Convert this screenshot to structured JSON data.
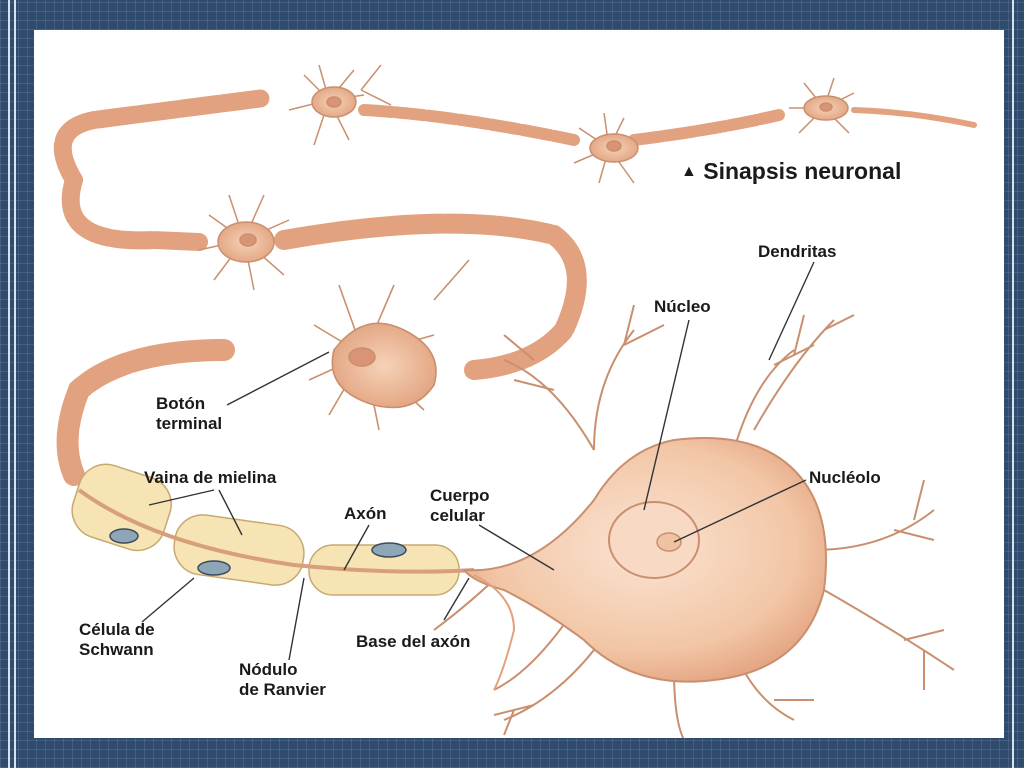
{
  "diagram": {
    "title": "Sinapsis neuronal",
    "title_marker": "▲",
    "labels": {
      "dendritas": "Dendritas",
      "nucleo": "Núcleo",
      "boton_terminal_1": "Botón",
      "boton_terminal_2": "terminal",
      "nucleolo": "Nucléolo",
      "vaina_mielina": "Vaina de mielina",
      "cuerpo_celular_1": "Cuerpo",
      "cuerpo_celular_2": "celular",
      "axon": "Axón",
      "celula_schwann_1": "Célula de",
      "celula_schwann_2": "Schwann",
      "base_axon": "Base del axón",
      "nodulo_ranvier_1": "Nódulo",
      "nodulo_ranvier_2": "de Ranvier"
    },
    "colors": {
      "cell": "#f2c6a6",
      "cell_dark": "#e3a27f",
      "cell_outline": "#c98f6e",
      "myelin": "#f6e4b4",
      "myelin_outline": "#c7a970",
      "leader": "#333333",
      "frame": "#2f4b6e"
    }
  }
}
